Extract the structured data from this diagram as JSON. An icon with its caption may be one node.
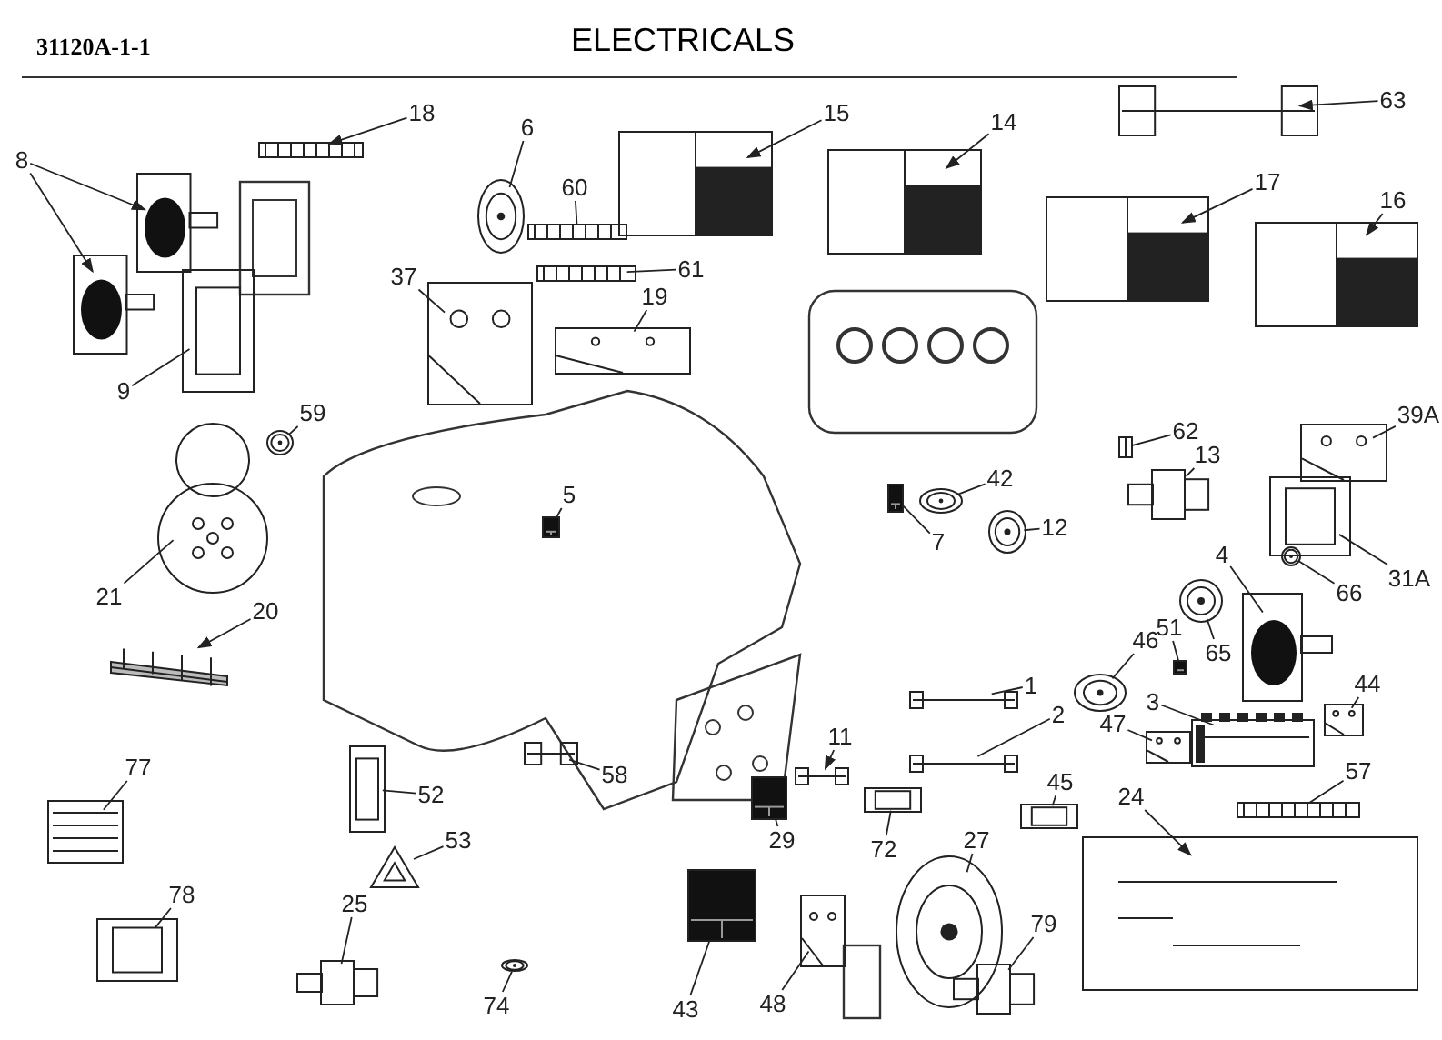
{
  "diagram": {
    "title": "ELECTRICALS",
    "labels": [
      "31120A-1-1"
    ],
    "nodes": [
      {
        "text": [
          "18"
        ]
      },
      {
        "text": [],
        "shape": "picture"
      },
      {
        "text": [
          "8"
        ]
      },
      {
        "text": [],
        "shape": "picture"
      },
      {
        "text": [],
        "shape": "picture"
      },
      {
        "text": [
          "6"
        ]
      },
      {
        "text": [],
        "shape": "picture"
      },
      {
        "text": [
          "60"
        ]
      },
      {
        "text": [],
        "shape": "picture"
      },
      {
        "text": [
          "61"
        ]
      },
      {
        "text": [],
        "shape": "picture"
      },
      {
        "text": [
          "37"
        ]
      },
      {
        "text": [],
        "shape": "picture"
      },
      {
        "text": [
          "19"
        ]
      },
      {
        "text": [],
        "shape": "picture"
      },
      {
        "text": [
          "15"
        ]
      },
      {
        "text": [],
        "shape": "picture"
      },
      {
        "text": [
          "14"
        ]
      },
      {
        "text": [],
        "shape": "picture"
      },
      {
        "text": [
          "63"
        ]
      },
      {
        "text": [],
        "shape": "picture"
      },
      {
        "text": [
          "17"
        ]
      },
      {
        "text": [],
        "shape": "picture"
      },
      {
        "text": [
          "16"
        ]
      },
      {
        "text": [],
        "shape": "picture"
      },
      {
        "text": [
          "9"
        ]
      },
      {
        "text": [],
        "shape": "picture"
      },
      {
        "text": [
          "59"
        ]
      },
      {
        "text": [],
        "shape": "picture"
      },
      {
        "text": [
          "21"
        ]
      },
      {
        "text": [],
        "shape": "picture"
      },
      {
        "text": [
          "20"
        ]
      },
      {
        "text": [],
        "shape": "picture"
      },
      {
        "text": [
          "5"
        ]
      },
      {
        "text": [],
        "shape": "picture"
      },
      {
        "text": [
          "77"
        ]
      },
      {
        "text": [],
        "shape": "picture"
      },
      {
        "text": [
          "78"
        ]
      },
      {
        "text": [],
        "shape": "picture"
      },
      {
        "text": [
          "52"
        ]
      },
      {
        "text": [],
        "shape": "picture"
      },
      {
        "text": [
          "53"
        ]
      },
      {
        "text": [],
        "shape": "picture"
      },
      {
        "text": [
          "25"
        ]
      },
      {
        "text": [],
        "shape": "picture"
      },
      {
        "text": [
          "74"
        ]
      },
      {
        "text": [],
        "shape": "picture"
      },
      {
        "text": [
          "58"
        ]
      },
      {
        "text": [],
        "shape": "picture"
      },
      {
        "text": [
          "43"
        ]
      },
      {
        "text": [],
        "shape": "picture"
      },
      {
        "text": [
          "11"
        ]
      },
      {
        "text": [],
        "shape": "picture"
      },
      {
        "text": [
          "29"
        ]
      },
      {
        "text": [],
        "shape": "picture"
      },
      {
        "text": [
          "72"
        ]
      },
      {
        "text": [],
        "shape": "picture"
      },
      {
        "text": [
          "27"
        ]
      },
      {
        "text": [],
        "shape": "picture"
      },
      {
        "text": [
          "48"
        ]
      },
      {
        "text": [],
        "shape": "picture"
      },
      {
        "text": [
          "79"
        ]
      },
      {
        "text": [],
        "shape": "picture"
      },
      {
        "text": [
          "1"
        ]
      },
      {
        "text": [],
        "shape": "picture"
      },
      {
        "text": [
          "2"
        ]
      },
      {
        "text": [],
        "shape": "picture"
      },
      {
        "text": [
          "45"
        ]
      },
      {
        "text": [],
        "shape": "picture"
      },
      {
        "text": [
          "24"
        ]
      },
      {
        "text": [],
        "shape": "picture"
      },
      {
        "text": [
          "46"
        ]
      },
      {
        "text": [],
        "shape": "picture"
      },
      {
        "text": [
          "47"
        ]
      },
      {
        "text": [],
        "shape": "picture"
      },
      {
        "text": [
          "3"
        ]
      },
      {
        "text": [],
        "shape": "picture"
      },
      {
        "text": [
          "57"
        ]
      },
      {
        "text": [],
        "shape": "picture"
      },
      {
        "text": [
          "44"
        ]
      },
      {
        "text": [],
        "shape": "picture"
      },
      {
        "text": [
          "51"
        ]
      },
      {
        "text": [],
        "shape": "picture"
      },
      {
        "text": [
          "65"
        ]
      },
      {
        "text": [],
        "shape": "picture"
      },
      {
        "text": [
          "4"
        ]
      },
      {
        "text": [],
        "shape": "picture"
      },
      {
        "text": [
          "66"
        ]
      },
      {
        "text": [],
        "shape": "picture"
      },
      {
        "text": [
          "62"
        ]
      },
      {
        "text": [],
        "shape": "picture"
      },
      {
        "text": [
          "13"
        ]
      },
      {
        "text": [],
        "shape": "picture"
      },
      {
        "text": [
          "39A"
        ]
      },
      {
        "text": [],
        "shape": "picture"
      },
      {
        "text": [
          "31A"
        ]
      },
      {
        "text": [],
        "shape": "picture"
      },
      {
        "text": [
          "7"
        ]
      },
      {
        "text": [],
        "shape": "picture"
      },
      {
        "text": [
          "42"
        ]
      },
      {
        "text": [],
        "shape": "picture"
      },
      {
        "text": [
          "12"
        ]
      },
      {
        "text": [],
        "shape": "picture"
      }
    ],
    "edges": [
      {
        "from": 0,
        "to": 1,
        "arrow": "to"
      },
      {
        "from": 2,
        "to": 3,
        "arrow": "to"
      },
      {
        "from": 2,
        "to": 4,
        "arrow": "to"
      },
      {
        "from": 5,
        "to": 6,
        "arrow": "none"
      },
      {
        "from": 7,
        "to": 8,
        "arrow": "none"
      },
      {
        "from": 9,
        "to": 10,
        "arrow": "none"
      },
      {
        "from": 11,
        "to": 12,
        "arrow": "none"
      },
      {
        "from": 13,
        "to": 14,
        "arrow": "none"
      },
      {
        "from": 15,
        "to": 16,
        "arrow": "to"
      },
      {
        "from": 17,
        "to": 18,
        "arrow": "to"
      },
      {
        "from": 19,
        "to": 20,
        "arrow": "to"
      },
      {
        "from": 21,
        "to": 22,
        "arrow": "to"
      },
      {
        "from": 23,
        "to": 24,
        "arrow": "to"
      },
      {
        "from": 25,
        "to": 26,
        "arrow": "none"
      },
      {
        "from": 27,
        "to": 28,
        "arrow": "none"
      },
      {
        "from": 29,
        "to": 30,
        "arrow": "none"
      },
      {
        "from": 31,
        "to": 32,
        "arrow": "to"
      },
      {
        "from": 33,
        "to": 34,
        "arrow": "none"
      },
      {
        "from": 35,
        "to": 36,
        "arrow": "none"
      },
      {
        "from": 37,
        "to": 38,
        "arrow": "none"
      },
      {
        "from": 39,
        "to": 40,
        "arrow": "none"
      },
      {
        "from": 41,
        "to": 42,
        "arrow": "none"
      },
      {
        "from": 43,
        "to": 44,
        "arrow": "none"
      },
      {
        "from": 45,
        "to": 46,
        "arrow": "none"
      },
      {
        "from": 47,
        "to": 48,
        "arrow": "none"
      },
      {
        "from": 49,
        "to": 50,
        "arrow": "none"
      },
      {
        "from": 51,
        "to": 52,
        "arrow": "to"
      },
      {
        "from": 53,
        "to": 54,
        "arrow": "none"
      },
      {
        "from": 55,
        "to": 56,
        "arrow": "none"
      },
      {
        "from": 57,
        "to": 58,
        "arrow": "none"
      },
      {
        "from": 59,
        "to": 60,
        "arrow": "none"
      },
      {
        "from": 61,
        "to": 62,
        "arrow": "none"
      },
      {
        "from": 63,
        "to": 64,
        "arrow": "none"
      },
      {
        "from": 65,
        "to": 66,
        "arrow": "none"
      },
      {
        "from": 67,
        "to": 68,
        "arrow": "none"
      },
      {
        "from": 69,
        "to": 70,
        "arrow": "to"
      },
      {
        "from": 71,
        "to": 72,
        "arrow": "none"
      },
      {
        "from": 73,
        "to": 74,
        "arrow": "none"
      },
      {
        "from": 75,
        "to": 76,
        "arrow": "none"
      },
      {
        "from": 77,
        "to": 78,
        "arrow": "none"
      },
      {
        "from": 79,
        "to": 80,
        "arrow": "none"
      },
      {
        "from": 81,
        "to": 82,
        "arrow": "none"
      },
      {
        "from": 83,
        "to": 84,
        "arrow": "none"
      },
      {
        "from": 85,
        "to": 86,
        "arrow": "none"
      },
      {
        "from": 87,
        "to": 88,
        "arrow": "none"
      },
      {
        "from": 89,
        "to": 90,
        "arrow": "none"
      },
      {
        "from": 91,
        "to": 92,
        "arrow": "none"
      },
      {
        "from": 93,
        "to": 94,
        "arrow": "none"
      },
      {
        "from": 95,
        "to": 96,
        "arrow": "none"
      },
      {
        "from": 97,
        "to": 98,
        "arrow": "none"
      },
      {
        "from": 99,
        "to": 100,
        "arrow": "none"
      },
      {
        "from": 101,
        "to": 102,
        "arrow": "none"
      }
    ]
  }
}
